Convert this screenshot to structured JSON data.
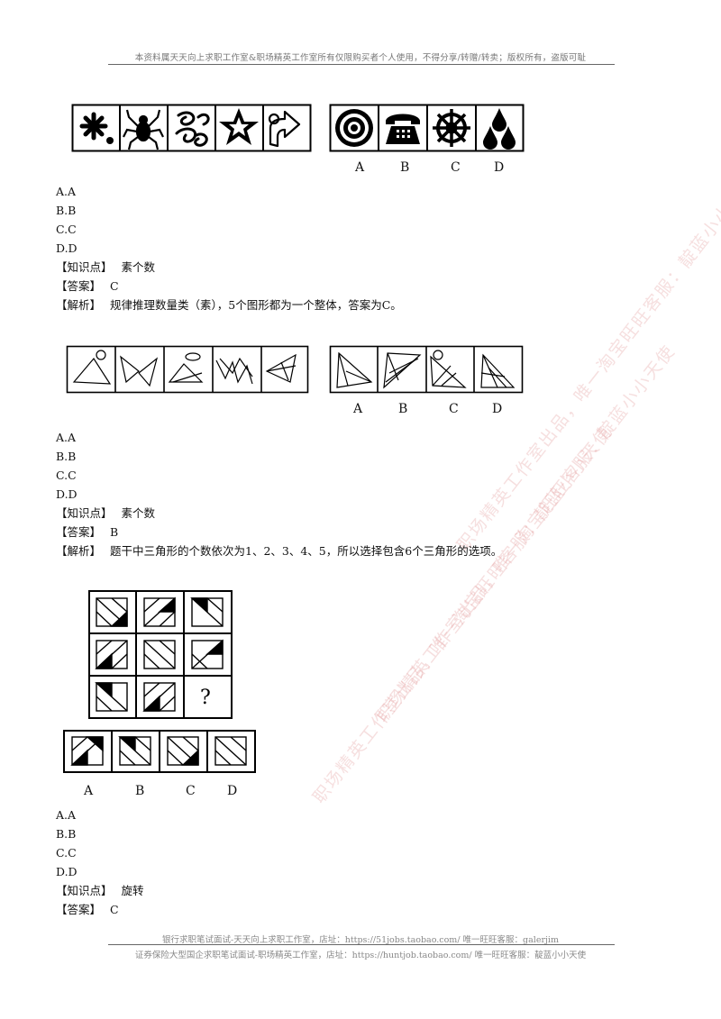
{
  "header": {
    "text": "本资料属天天向上求职工作室&职场精英工作室所有仅限购买者个人使用，不得分享/转赠/转卖；版权所有，盗版可耻"
  },
  "watermarks": [
    "职场精英工作室出品，唯一淘宝旺旺客服：靛蓝小小天使",
    "职场精英工作室出品，唯一淘宝旺旺客服：靛蓝小小天使",
    "职场精英工作室出品，唯一淘宝旺旺客服：靛蓝小小天使"
  ],
  "questions": [
    {
      "option_labels": [
        "A",
        "B",
        "C",
        "D"
      ],
      "choices": [
        "A.A",
        "B.B",
        "C.C",
        "D.D"
      ],
      "knowledge_label": "【知识点】",
      "knowledge": "素个数",
      "answer_label": "【答案】",
      "answer": "C",
      "analysis_label": "【解析】",
      "analysis": "规律推理数量类（素），5个图形都为一个整体，答案为C。"
    },
    {
      "option_labels": [
        "A",
        "B",
        "C",
        "D"
      ],
      "choices": [
        "A.A",
        "B.B",
        "C.C",
        "D.D"
      ],
      "knowledge_label": "【知识点】",
      "knowledge": "素个数",
      "answer_label": "【答案】",
      "answer": "B",
      "analysis_label": "【解析】",
      "analysis": "题干中三角形的个数依次为1、2、3、4、5，所以选择包含6个三角形的选项。"
    },
    {
      "question_mark": "?",
      "option_labels": [
        "A",
        "B",
        "C",
        "D"
      ],
      "choices": [
        "A.A",
        "B.B",
        "C.C",
        "D.D"
      ],
      "knowledge_label": "【知识点】",
      "knowledge": "旋转",
      "answer_label": "【答案】",
      "answer": "C"
    }
  ],
  "footer": {
    "line1": "银行求职笔试面试-天天向上求职工作室，店址：https://51jobs.taobao.com/ 唯一旺旺客服：galerjim",
    "line2": "证券保险大型国企求职笔试面试-职场精英工作室，店址：https://huntjob.taobao.com/ 唯一旺旺客服：靛蓝小小天使"
  }
}
